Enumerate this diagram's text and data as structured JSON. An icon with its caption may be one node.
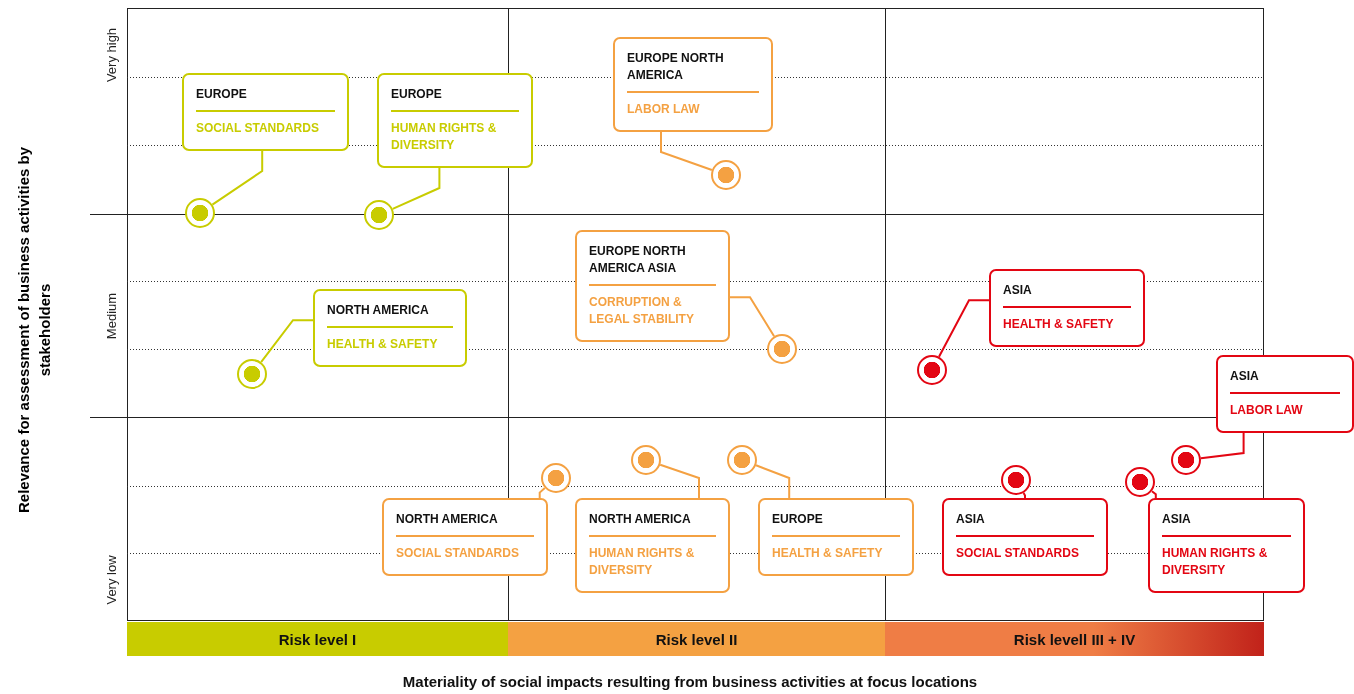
{
  "diagram": {
    "nodes": [
      {
        "text": [
          "EUROPE NORTH AMERICA",
          "LABOR LAW"
        ]
      },
      {
        "text": [],
        "shape": "circle"
      },
      {
        "text": [
          "EUROPE",
          "SOCIAL STANDARDS"
        ]
      },
      {
        "text": [],
        "shape": "circle"
      },
      {
        "text": [
          "EUROPE",
          "HUMAN RIGHTS & DIVERSITY"
        ]
      },
      {
        "text": [],
        "shape": "circle"
      },
      {
        "text": [
          "EUROPE NORTH AMERICA ASIA",
          "CORRUPTION & LEGAL STABILITY"
        ]
      },
      {
        "text": [],
        "shape": "circle"
      },
      {
        "text": [
          "ASIA",
          "HEALTH & SAFETY"
        ]
      },
      {
        "text": [],
        "shape": "circle"
      },
      {
        "text": [
          "NORTH AMERICA",
          "HEALTH & SAFETY"
        ]
      },
      {
        "text": [],
        "shape": "circle"
      },
      {
        "text": [
          "ASIA",
          "LABOR LAW"
        ]
      },
      {
        "text": [],
        "shape": "circle"
      },
      {
        "text": [
          "NORTH AMERICA",
          "SOCIAL STANDARDS"
        ]
      },
      {
        "text": [],
        "shape": "circle"
      },
      {
        "text": [
          "NORTH AMERICA",
          "HUMAN RIGHTS & DIVERSITY"
        ]
      },
      {
        "text": [],
        "shape": "circle"
      },
      {
        "text": [
          "EUROPE",
          "HEALTH & SAFETY"
        ]
      },
      {
        "text": [],
        "shape": "circle"
      },
      {
        "text": [
          "ASIA",
          "SOCIAL STANDARDS"
        ]
      },
      {
        "text": [],
        "shape": "circle"
      },
      {
        "text": [
          "ASIA",
          "HUMAN RIGHTS & DIVERSITY"
        ]
      },
      {
        "text": [],
        "shape": "circle"
      }
    ],
    "edges": [
      {
        "from": 0,
        "to": 1,
        "arrow": "none"
      },
      {
        "from": 2,
        "to": 3,
        "arrow": "none",
        "color": "#c8cc00"
      },
      {
        "from": 4,
        "to": 5,
        "arrow": "none",
        "color": "#c8cc00"
      },
      {
        "from": 6,
        "to": 7,
        "arrow": "none"
      },
      {
        "from": 8,
        "to": 9,
        "arrow": "none",
        "color": "#e30613"
      },
      {
        "from": 10,
        "to": 11,
        "arrow": "none",
        "color": "#c8cc00"
      },
      {
        "from": 12,
        "to": 13,
        "arrow": "none",
        "color": "#e30613"
      },
      {
        "from": 14,
        "to": 15,
        "arrow": "none"
      },
      {
        "from": 16,
        "to": 17,
        "arrow": "none"
      },
      {
        "from": 18,
        "to": 19,
        "arrow": "none"
      },
      {
        "from": 20,
        "to": 21,
        "arrow": "none",
        "color": "#e30613"
      },
      {
        "from": 22,
        "to": 23,
        "arrow": "none",
        "color": "#e30613"
      }
    ],
    "labels": [
      "Very high",
      "Medium",
      "Very low",
      "Relevance for assessment of business activities by stakeholders",
      "Risk level I",
      "Risk level II",
      "Risk levell III + IV",
      "Materiality of social impacts resulting from business activities at focus locations"
    ]
  }
}
